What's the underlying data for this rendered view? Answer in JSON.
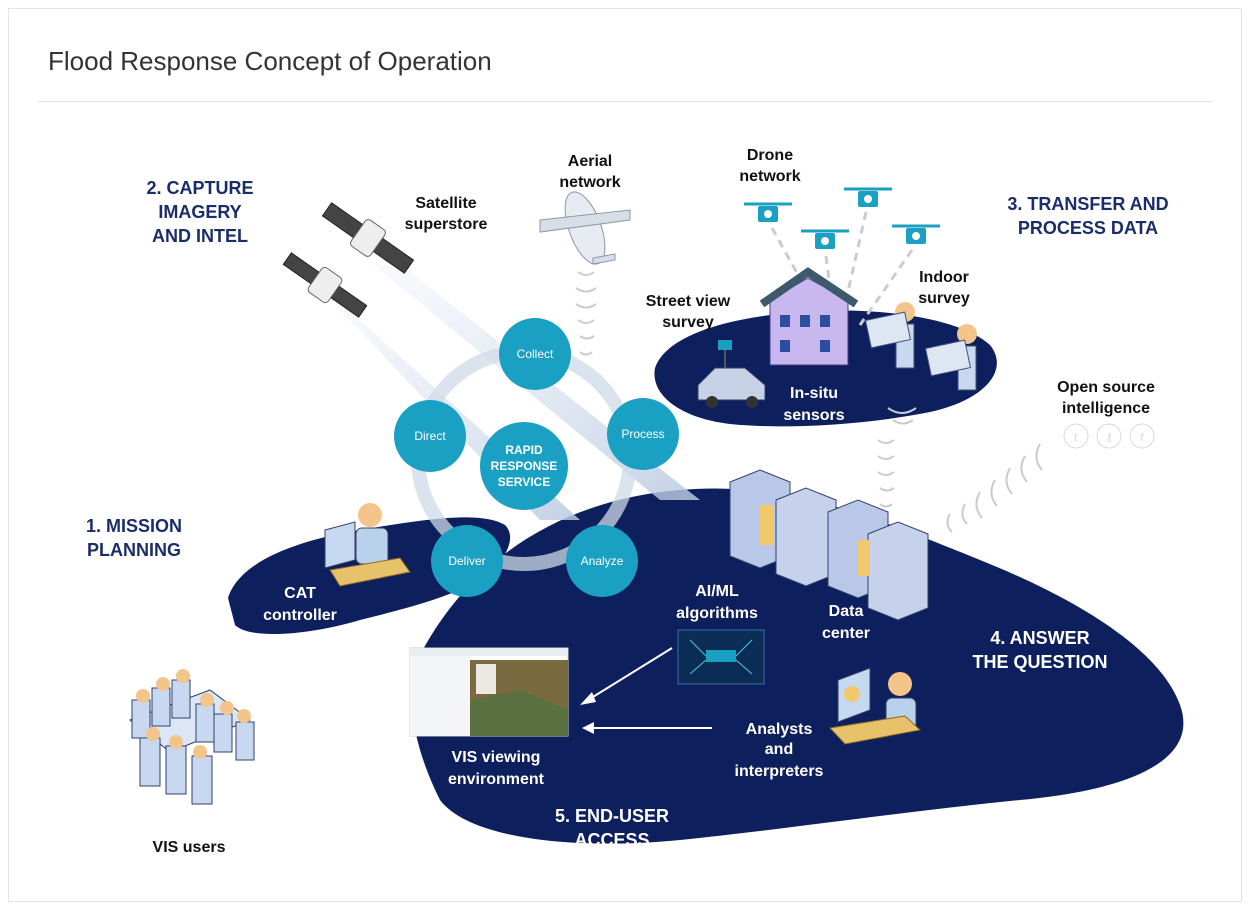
{
  "page": {
    "title": "Flood Response Concept of Operation"
  },
  "steps": {
    "mission": [
      "1. MISSION",
      "PLANNING"
    ],
    "capture": [
      "2. CAPTURE",
      "IMAGERY",
      "AND INTEL"
    ],
    "transfer": [
      "3. TRANSFER AND",
      "PROCESS DATA"
    ],
    "answer": [
      "4. ANSWER",
      "THE QUESTION"
    ],
    "access": [
      "5. END-USER",
      "ACCESS"
    ]
  },
  "nodes": {
    "satellite": [
      "Satellite",
      "superstore"
    ],
    "aerial": [
      "Aerial",
      "network"
    ],
    "drone": [
      "Drone",
      "network"
    ],
    "street": [
      "Street view",
      "survey"
    ],
    "indoor": [
      "Indoor",
      "survey"
    ],
    "insitu": [
      "In-situ",
      "sensors"
    ],
    "osint": [
      "Open source",
      "intelligence"
    ],
    "cat": [
      "CAT",
      "controller"
    ],
    "aiml": [
      "AI/ML",
      "algorithms"
    ],
    "datacenter": [
      "Data",
      "center"
    ],
    "analysts": [
      "Analysts",
      "and",
      "interpreters"
    ],
    "vis_env": [
      "VIS viewing",
      "environment"
    ],
    "vis_users": "VIS users"
  },
  "cycle": {
    "core": [
      "RAPID",
      "RESPONSE",
      "SERVICE"
    ],
    "collect": "Collect",
    "process": "Process",
    "analyze": "Analyze",
    "deliver": "Deliver",
    "direct": "Direct"
  },
  "icons": [
    "satellite-icon",
    "airplane-icon",
    "drone-icon",
    "house-icon",
    "car-icon",
    "surveyor-icon",
    "server-icon",
    "controller-icon",
    "analyst-icon",
    "meeting-icon",
    "twitter-icon",
    "key-icon",
    "facebook-icon"
  ],
  "colors": {
    "navy": "#0d1f5c",
    "teal": "#1aa0c2",
    "step_text": "#1b2c6b"
  }
}
